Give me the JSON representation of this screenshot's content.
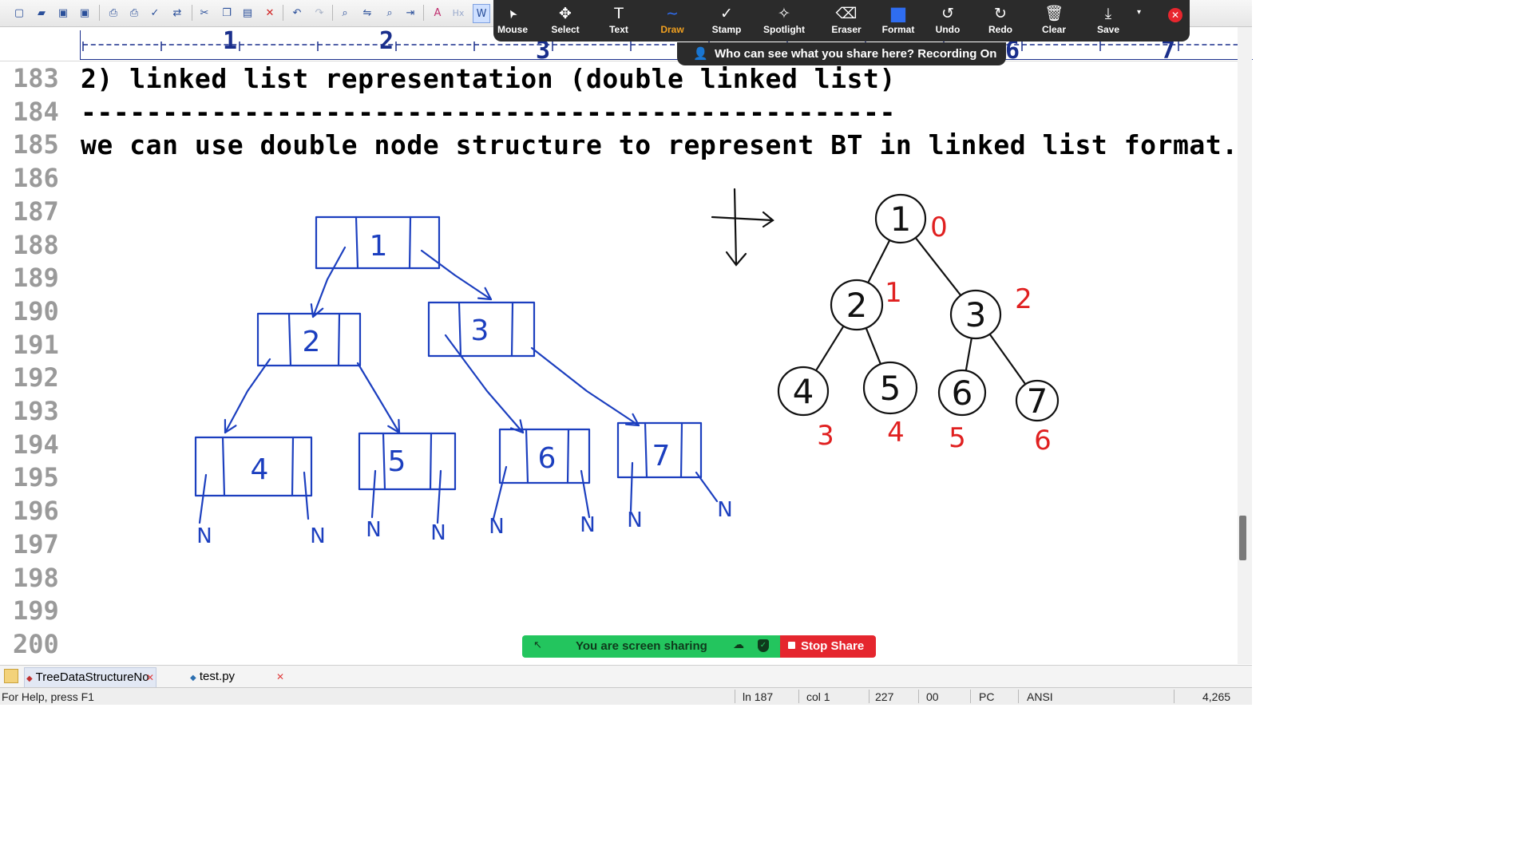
{
  "editor": {
    "lines": [
      {
        "num": "183",
        "text": "2) linked list representation (double linked list)"
      },
      {
        "num": "184",
        "text": "--------------------------------------------------"
      },
      {
        "num": "185",
        "text": "we can use double node structure to represent BT in linked list format."
      },
      {
        "num": "186",
        "text": ""
      },
      {
        "num": "187",
        "text": ""
      },
      {
        "num": "188",
        "text": ""
      },
      {
        "num": "189",
        "text": ""
      },
      {
        "num": "190",
        "text": ""
      },
      {
        "num": "191",
        "text": ""
      },
      {
        "num": "192",
        "text": ""
      },
      {
        "num": "193",
        "text": ""
      },
      {
        "num": "194",
        "text": ""
      },
      {
        "num": "195",
        "text": ""
      },
      {
        "num": "196",
        "text": ""
      },
      {
        "num": "197",
        "text": ""
      },
      {
        "num": "198",
        "text": ""
      },
      {
        "num": "199",
        "text": ""
      },
      {
        "num": "200",
        "text": ""
      }
    ]
  },
  "ruler": {
    "numbers": [
      "1",
      "2",
      "3",
      "6",
      "7"
    ]
  },
  "annotation_toolbar": {
    "tools": [
      {
        "label": "Mouse",
        "icon": "cursor-icon"
      },
      {
        "label": "Select",
        "icon": "move-icon"
      },
      {
        "label": "Text",
        "icon": "text-icon"
      },
      {
        "label": "Draw",
        "icon": "squiggle-icon"
      },
      {
        "label": "Stamp",
        "icon": "checkmark-icon"
      },
      {
        "label": "Spotlight",
        "icon": "wand-icon"
      },
      {
        "label": "Eraser",
        "icon": "eraser-icon"
      },
      {
        "label": "Format",
        "icon": "format-square-icon"
      },
      {
        "label": "Undo",
        "icon": "undo-icon"
      },
      {
        "label": "Redo",
        "icon": "redo-icon"
      },
      {
        "label": "Clear",
        "icon": "trash-icon"
      },
      {
        "label": "Save",
        "icon": "download-icon"
      }
    ],
    "active_tool": "Draw",
    "active_color": "#f0a020",
    "close_icon": "close-icon",
    "share_info": "Who can see what you share here? Recording On"
  },
  "drawing": {
    "linked_nodes": [
      "1",
      "2",
      "3",
      "4",
      "5",
      "6",
      "7"
    ],
    "null_label": "N",
    "tree_nodes": [
      "1",
      "2",
      "3",
      "4",
      "5",
      "6",
      "7"
    ],
    "tree_indices": [
      "0",
      "1",
      "2",
      "3",
      "4",
      "5",
      "6"
    ],
    "ink_color": "#1c3fbf",
    "index_color": "#e02020"
  },
  "screen_share": {
    "status": "You are screen sharing",
    "stop_label": "Stop Share"
  },
  "tabs": [
    {
      "label": "TreeDataStructureNo",
      "active": true
    },
    {
      "label": "test.py",
      "active": false
    }
  ],
  "statusbar": {
    "help": "For Help, press F1",
    "line": "ln 187",
    "col": "col 1",
    "pos": "227",
    "mode": "00",
    "eol": "PC",
    "encoding": "ANSI",
    "size": "4,265"
  }
}
